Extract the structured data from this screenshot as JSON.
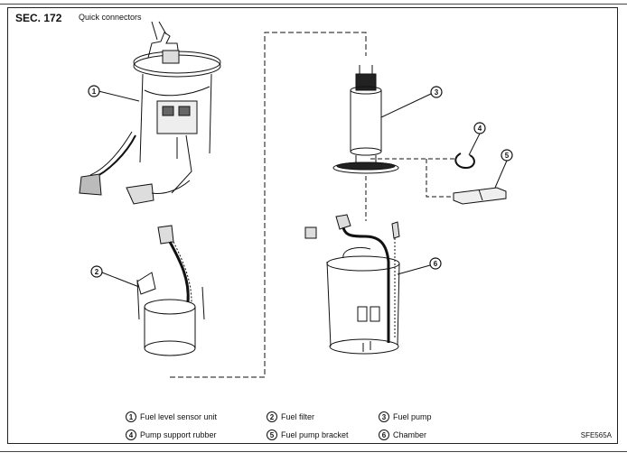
{
  "header": {
    "section": "SEC. 172",
    "subtitle": "Quick connectors"
  },
  "callouts": [
    "1",
    "2",
    "3",
    "4",
    "5",
    "6"
  ],
  "legend": [
    {
      "num": "1",
      "label": "Fuel level sensor unit"
    },
    {
      "num": "2",
      "label": "Fuel filter"
    },
    {
      "num": "3",
      "label": "Fuel pump"
    },
    {
      "num": "4",
      "label": "Pump support rubber"
    },
    {
      "num": "5",
      "label": "Fuel pump bracket"
    },
    {
      "num": "6",
      "label": "Chamber"
    }
  ],
  "figure_code": "SFE565A"
}
